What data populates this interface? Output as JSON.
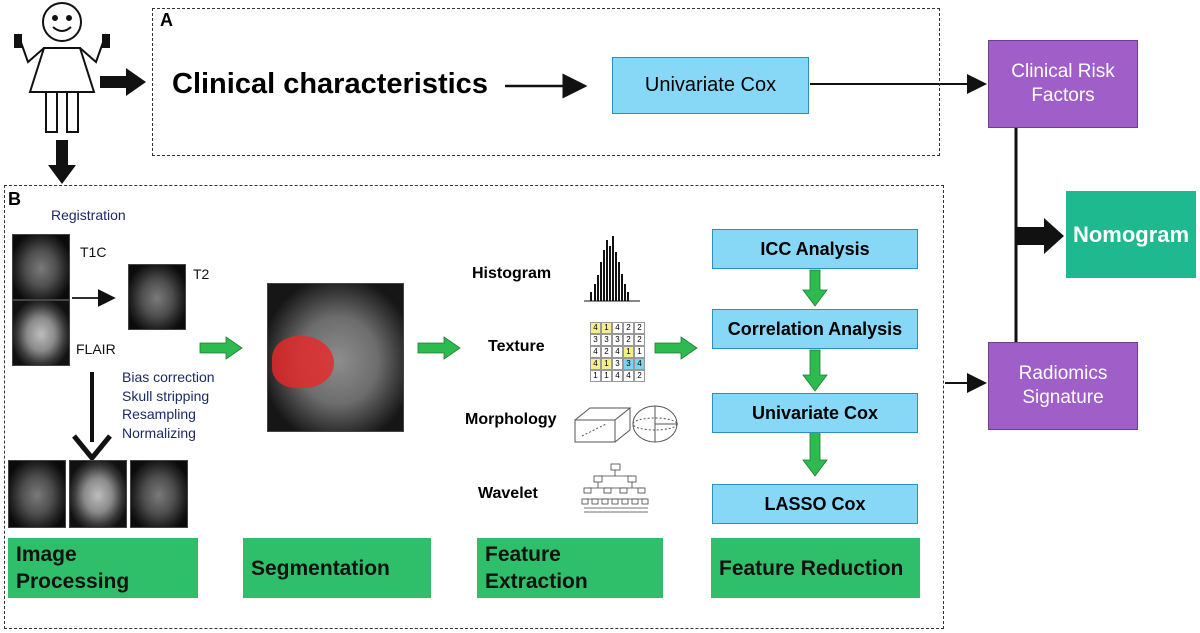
{
  "panel_a": {
    "letter": "A",
    "clinical_characteristics": "Clinical characteristics",
    "univariate_cox": "Univariate Cox"
  },
  "right": {
    "clinical_risk_factors": "Clinical Risk Factors",
    "nomogram": "Nomogram",
    "radiomics_signature": "Radiomics Signature"
  },
  "panel_b": {
    "letter": "B",
    "registration": "Registration",
    "t1c": "T1C",
    "t2": "T2",
    "flair": "FLAIR",
    "preprocessing": [
      "Bias correction",
      "Skull stripping",
      "Resampling",
      "Normalizing"
    ],
    "features": {
      "histogram": "Histogram",
      "texture": "Texture",
      "morphology": "Morphology",
      "wavelet": "Wavelet"
    },
    "texture_matrix": [
      [
        "4",
        "1",
        "4",
        "2",
        "2"
      ],
      [
        "3",
        "3",
        "3",
        "2",
        "2"
      ],
      [
        "4",
        "2",
        "4",
        "1",
        "1"
      ],
      [
        "4",
        "1",
        "3",
        "3",
        "4"
      ],
      [
        "1",
        "1",
        "4",
        "4",
        "2"
      ]
    ],
    "reduction_steps": [
      "ICC Analysis",
      "Correlation Analysis",
      "Univariate Cox",
      "LASSO Cox"
    ],
    "stages": {
      "image_processing": "Image Processing",
      "segmentation": "Segmentation",
      "feature_extraction": "Feature Extraction",
      "feature_reduction": "Feature Reduction"
    }
  },
  "colors": {
    "blue_box": "#87d7f7",
    "purple_box": "#a05ec9",
    "nomogram": "#1eb98f",
    "stage_green": "#2fbf6a",
    "flow_arrow_green": "#2dbb4f"
  }
}
